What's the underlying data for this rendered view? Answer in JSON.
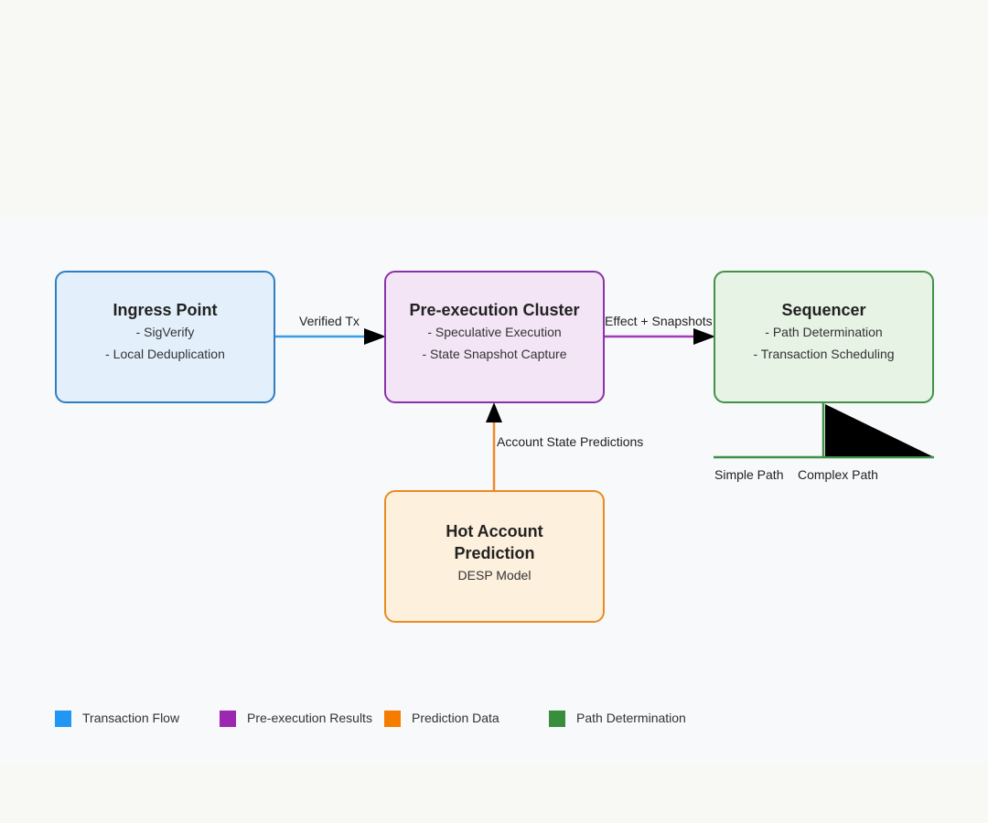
{
  "colors": {
    "page_background": "#f8f8f5",
    "canvas_background": "#f7f9fa",
    "transaction_flow": "#2196f3",
    "preexecution_results": "#9c27b0",
    "prediction_data": "#f57c00",
    "path_determination": "#388e3c"
  },
  "boxes": {
    "ingress": {
      "title": "Ingress Point",
      "lines": [
        "- SigVerify",
        "- Local Deduplication"
      ]
    },
    "preexec": {
      "title": "Pre-execution Cluster",
      "lines": [
        "- Speculative Execution",
        "- State Snapshot Capture"
      ]
    },
    "sequencer": {
      "title": "Sequencer",
      "lines": [
        "- Path Determination",
        "- Transaction Scheduling"
      ]
    },
    "hot": {
      "title_lines": [
        "Hot Account",
        "Prediction"
      ],
      "lines": [
        "DESP Model"
      ]
    }
  },
  "edges": {
    "verified_tx": "Verified Tx",
    "effect_snapshots": "Effect + Snapshots",
    "account_predictions": "Account State Predictions"
  },
  "paths": {
    "simple": "Simple Path",
    "complex": "Complex Path"
  },
  "legend": [
    {
      "label": "Transaction Flow",
      "color": "#2196f3"
    },
    {
      "label": "Pre-execution Results",
      "color": "#9c27b0"
    },
    {
      "label": "Prediction Data",
      "color": "#f57c00"
    },
    {
      "label": "Path Determination",
      "color": "#388e3c"
    }
  ]
}
